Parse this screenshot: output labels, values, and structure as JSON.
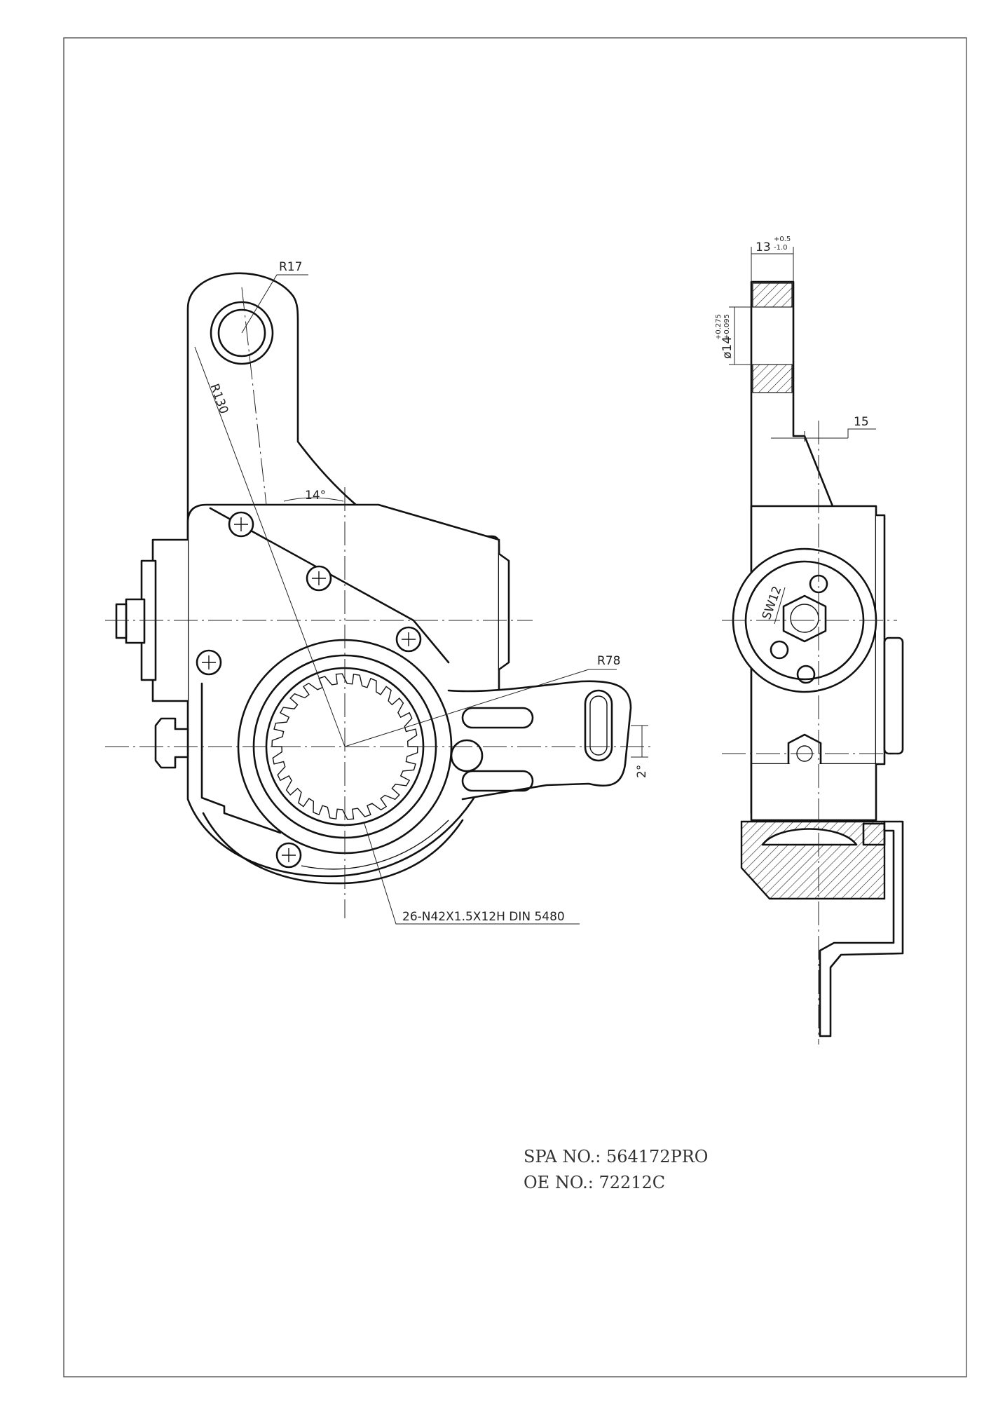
{
  "drawing": {
    "front_view": {
      "radius_pin": "R17",
      "radius_arm": "R130",
      "angle_arm": "14°",
      "radius_lever": "R78",
      "angle_small": "2°",
      "spline_spec": "26-N42X1.5X12H DIN 5480"
    },
    "side_view": {
      "width_dim": "13",
      "width_tol_upper": "+0.5",
      "width_tol_lower": "-1.0",
      "hole_dim": "ø14",
      "hole_tol_upper": "+0.275",
      "hole_tol_lower": "+0.095",
      "offset_dim": "15",
      "wrench_size": "SW12"
    }
  },
  "part_info": {
    "spa_no": "SPA NO.: 564172PRO",
    "oe_no": "OE NO.: 72212C"
  }
}
